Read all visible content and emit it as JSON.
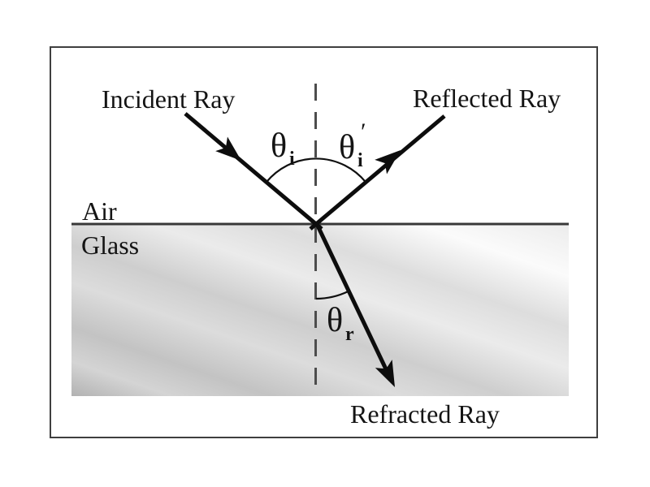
{
  "diagram": {
    "description": "Physics ray diagram of light at an air-glass interface showing incidence, reflection and refraction",
    "labels": {
      "incident_ray": "Incident Ray",
      "reflected_ray": "Reflected Ray",
      "refracted_ray": "Refracted Ray",
      "medium_top": "Air",
      "medium_bottom": "Glass"
    },
    "angle_labels": {
      "incident": {
        "theta": "θ",
        "sub": "i"
      },
      "reflected": {
        "theta": "θ",
        "sub": "i",
        "prime": "′"
      },
      "refracted": {
        "theta": "θ",
        "sub": "r"
      }
    },
    "geometry": {
      "incident_angle_deg": 50,
      "reflected_angle_deg": 50,
      "refracted_angle_deg": 25
    },
    "colors": {
      "background": "#ffffff",
      "ink": "#0d0d0d",
      "frame_border": "#3f3f3f",
      "surface_line": "#383838",
      "normal_dashed_line": "#4d4d4d",
      "glass_dark": "#b0b0b0",
      "glass_light": "#fbfbfb"
    }
  }
}
